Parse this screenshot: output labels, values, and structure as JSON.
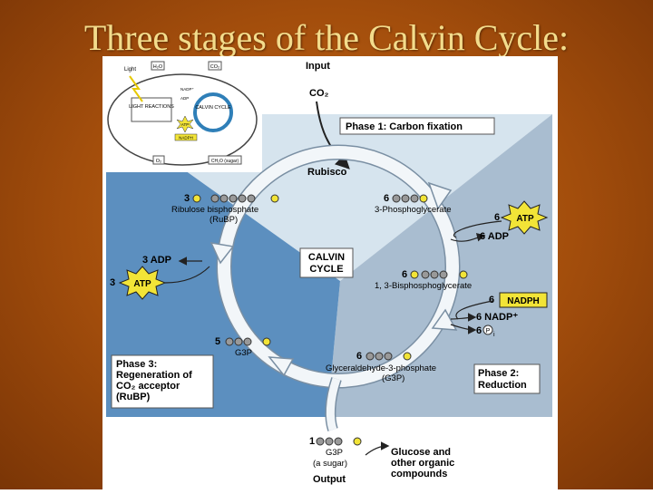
{
  "slide_title": "Three stages of the Calvin Cycle:",
  "colors": {
    "background": "#a8520e",
    "title": "#f3dc8c",
    "phase1": "#d6e4ee",
    "phase2": "#a9bdd0",
    "phase3": "#5c8fbf",
    "cycle_arrow": "#f2f6f9",
    "atp_star": "#f2e437",
    "nadph_box": "#f2e437"
  },
  "inset": {
    "light": "Light",
    "h2o": "H₂O",
    "co2": "CO₂",
    "light_reactions": "LIGHT REACTIONS",
    "calvin_cycle": "CALVIN CYCLE",
    "nadp": "NADP⁺",
    "adp": "ADP",
    "atp": "ATP",
    "nadph": "NADPH",
    "o2": "O₂",
    "sugar": "CH₂O (sugar)"
  },
  "input": {
    "label": "Input",
    "co2": "CO₂"
  },
  "phase1": {
    "label": "Phase 1: Carbon fixation",
    "enzyme": "Rubisco",
    "product_count": "6",
    "product_name": "3-Phosphoglycerate",
    "atp_count": "6",
    "atp": "ATP",
    "adp": "6 ADP"
  },
  "phase2": {
    "label1": "Phase 2:",
    "label2": "Reduction",
    "bpg_count": "6",
    "bpg_name": "1, 3-Bisphosphoglycerate",
    "nadph_count": "6",
    "nadph": "NADPH",
    "nadp_out": "6 NADP⁺",
    "pi_count": "6",
    "g3p_count": "6",
    "g3p_name": "Glyceraldehyde-3-phosphate",
    "g3p_abbr": "(G3P)"
  },
  "phase3": {
    "label1": "Phase 3:",
    "label2": "Regeneration of",
    "label3": "CO₂ acceptor",
    "label4": "(RuBP)",
    "rubp_count": "3",
    "rubp_name": "Ribulose bisphosphate",
    "rubp_abbr": "(RuBP)",
    "adp": "3 ADP",
    "atp_count": "3",
    "atp": "ATP",
    "g3p_count": "5",
    "g3p": "G3P"
  },
  "center": {
    "line1": "CALVIN",
    "line2": "CYCLE"
  },
  "output": {
    "count": "1",
    "g3p": "G3P",
    "sugar": "(a sugar)",
    "label": "Output",
    "glucose1": "Glucose and",
    "glucose2": "other organic",
    "glucose3": "compounds"
  },
  "symbols": {
    "phosphate": "P",
    "pi": "P",
    "pi_sub": "i"
  }
}
